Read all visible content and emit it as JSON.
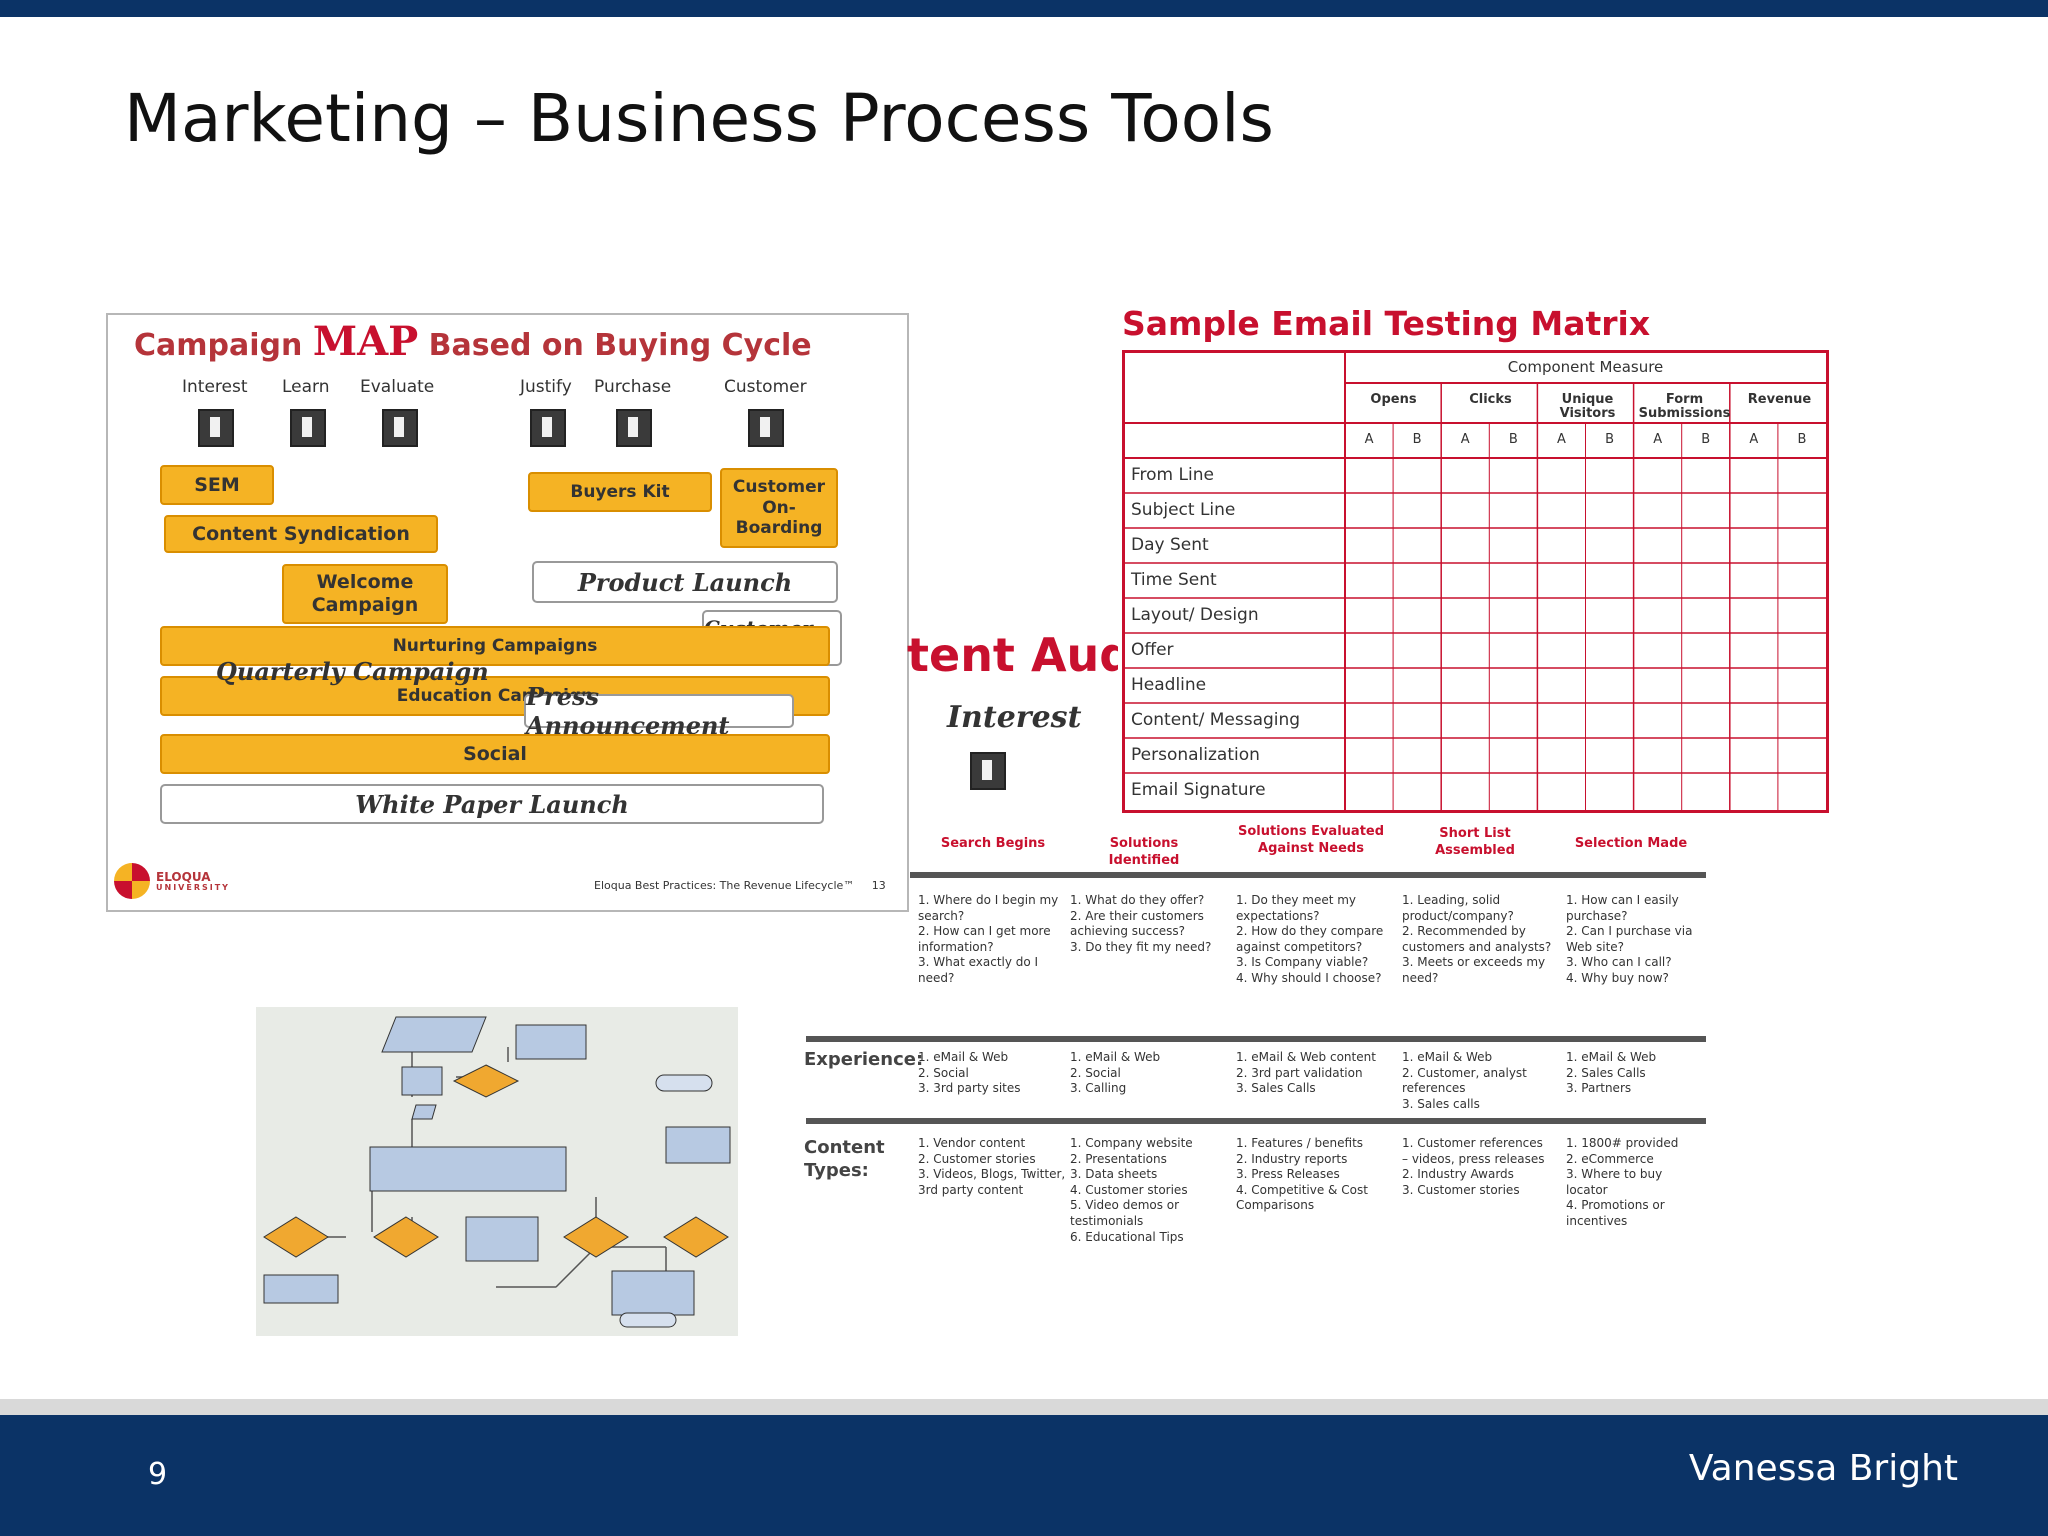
{
  "slide": {
    "title": "Marketing – Business Process Tools",
    "page_number": "9",
    "author": "Vanessa Bright"
  },
  "campaign_map": {
    "title_prefix": "Campaign",
    "title_map": "MAP",
    "title_suffix": "Based on Buying Cycle",
    "stages": [
      "Interest",
      "Learn",
      "Evaluate",
      "Justify",
      "Purchase",
      "Customer"
    ],
    "bars": {
      "sem": "SEM",
      "content_syndication": "Content Syndication",
      "welcome_campaign": "Welcome Campaign",
      "buyers_kit": "Buyers Kit",
      "customer_onboarding": "Customer On-Boarding",
      "nurturing_campaigns": "Nurturing Campaigns",
      "education_campaign": "Education Campaign",
      "social": "Social"
    },
    "handwritten": {
      "product_launch": "Product Launch",
      "customer_survey": "Customer Survey",
      "quarterly_campaign": "Quarterly Campaign",
      "press_announcement": "Press Announcement",
      "white_paper_launch": "White Paper Launch"
    },
    "logo_text": "ELOQUA",
    "logo_sub": "UNIVERSITY",
    "footer_text": "Eloqua Best Practices: The Revenue Lifecycle™",
    "footer_page": "13"
  },
  "email_matrix": {
    "title": "Sample Email Testing Matrix",
    "component_header": "Component Measure",
    "columns": [
      "Opens",
      "Clicks",
      "Unique Visitors",
      "Form Submissions",
      "Revenue"
    ],
    "ab": [
      "A",
      "B"
    ],
    "rows": [
      "From Line",
      "Subject Line",
      "Day Sent",
      "Time Sent",
      "Layout/ Design",
      "Offer",
      "Headline",
      "Content/ Messaging",
      "Personalization",
      "Email Signature"
    ]
  },
  "content_audit": {
    "title": "tent Audit",
    "interest": "Interest",
    "stages": [
      "Search Begins",
      "Solutions Identified",
      "Solutions Evaluated Against Needs",
      "Short List Assembled",
      "Selection Made"
    ],
    "questions": [
      "1. Where do I begin my search?\n2. How can I get more information?\n3. What exactly do I need?",
      "1. What do they offer?\n2. Are their customers achieving success?\n3. Do they fit my need?",
      "1. Do they meet my expectations?\n2. How do they compare against competitors?\n3. Is Company viable?\n4. Why should I choose?",
      "1. Leading, solid product/company?\n2. Recommended by customers and analysts?\n3. Meets or exceeds my need?",
      "1. How can I easily purchase?\n2. Can I purchase via Web site?\n3. Who can I call?\n4. Why buy now?"
    ],
    "experience_label": "Experience:",
    "experience": [
      "1. eMail & Web\n2. Social\n3. 3rd party sites",
      "1. eMail & Web\n2. Social\n3. Calling",
      "1. eMail & Web content\n2. 3rd part validation\n3. Sales Calls",
      "1. eMail & Web\n2. Customer, analyst references\n3. Sales calls",
      "1. eMail & Web\n2. Sales Calls\n3. Partners"
    ],
    "content_types_label": "Content\nTypes:",
    "content_types": [
      "1. Vendor content\n2. Customer stories\n3. Videos, Blogs, Twitter, 3rd party content",
      "1. Company website\n2. Presentations\n3. Data sheets\n4. Customer stories\n5. Video demos or testimonials\n6. Educational Tips",
      "1. Features / benefits\n2. Industry reports\n3. Press Releases\n4. Competitive & Cost Comparisons",
      "1. Customer references – videos, press releases\n2. Industry Awards\n3. Customer stories",
      "1. 1800# provided\n2. eCommerce\n3. Where to buy locator\n4. Promotions or incentives"
    ]
  },
  "colors": {
    "navy": "#0b3366",
    "accent_red": "#c8102e",
    "bar_orange": "#f5b324"
  }
}
